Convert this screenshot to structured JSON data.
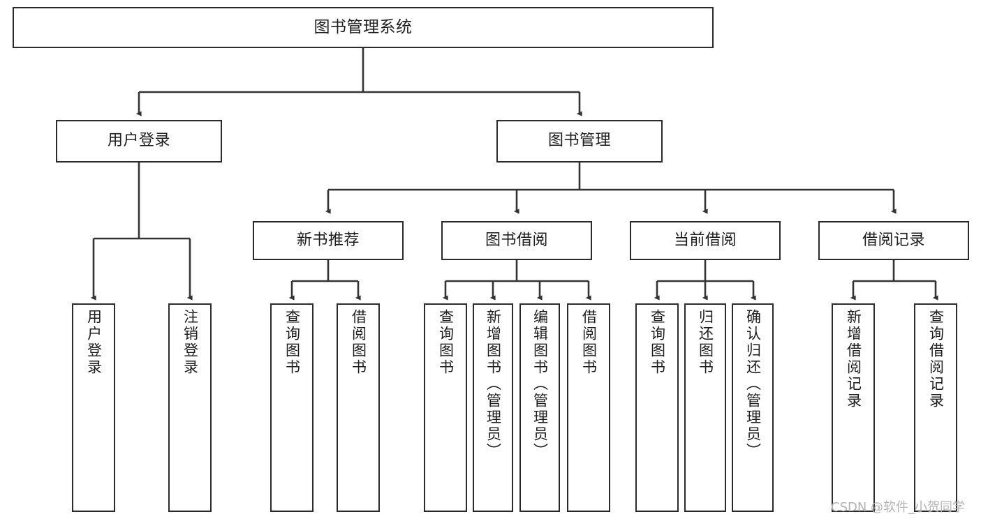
{
  "diagram": {
    "type": "tree-hierarchy",
    "title": "图书管理系统",
    "watermark": "CSDN @软件_小贺同学",
    "colors": {
      "box_border": "#2b2b2b",
      "box_fill": "#ffffff",
      "connector": "#333333",
      "text": "#1d1d1d",
      "watermark": "#b4b4b4",
      "background": "#ffffff"
    },
    "nodes": {
      "root": {
        "label": "图书管理系统",
        "level": 1,
        "orientation": "horizontal"
      },
      "l2": [
        {
          "id": "user-login",
          "label": "用户登录",
          "level": 2,
          "orientation": "horizontal"
        },
        {
          "id": "book-manage",
          "label": "图书管理",
          "level": 2,
          "orientation": "horizontal"
        }
      ],
      "l3": [
        {
          "id": "new-book-recommend",
          "label": "新书推荐",
          "level": 3,
          "orientation": "horizontal"
        },
        {
          "id": "book-borrow",
          "label": "图书借阅",
          "level": 3,
          "orientation": "horizontal"
        },
        {
          "id": "current-borrow",
          "label": "当前借阅",
          "level": 3,
          "orientation": "horizontal"
        },
        {
          "id": "borrow-record",
          "label": "借阅记录",
          "level": 3,
          "orientation": "horizontal"
        }
      ],
      "leaves": [
        {
          "id": "leaf-user-login",
          "label": "用户登录",
          "parent": "user-login",
          "orientation": "vertical"
        },
        {
          "id": "leaf-user-logout",
          "label": "注销登录",
          "parent": "user-login",
          "orientation": "vertical"
        },
        {
          "id": "leaf-query-book-1",
          "label": "查询图书",
          "parent": "new-book-recommend",
          "orientation": "vertical"
        },
        {
          "id": "leaf-borrow-book-1",
          "label": "借阅图书",
          "parent": "new-book-recommend",
          "orientation": "vertical"
        },
        {
          "id": "leaf-query-book-2",
          "label": "查询图书",
          "parent": "book-borrow",
          "orientation": "vertical"
        },
        {
          "id": "leaf-add-book",
          "label": "新增图书（管理员）",
          "parent": "book-borrow",
          "orientation": "vertical"
        },
        {
          "id": "leaf-edit-book",
          "label": "编辑图书（管理员）",
          "parent": "book-borrow",
          "orientation": "vertical"
        },
        {
          "id": "leaf-borrow-book-2",
          "label": "借阅图书",
          "parent": "book-borrow",
          "orientation": "vertical"
        },
        {
          "id": "leaf-query-book-3",
          "label": "查询图书",
          "parent": "current-borrow",
          "orientation": "vertical"
        },
        {
          "id": "leaf-return-book",
          "label": "归还图书",
          "parent": "current-borrow",
          "orientation": "vertical"
        },
        {
          "id": "leaf-confirm-return",
          "label": "确认归还（管理员）",
          "parent": "current-borrow",
          "orientation": "vertical"
        },
        {
          "id": "leaf-add-record",
          "label": "新增借阅记录",
          "parent": "borrow-record",
          "orientation": "vertical"
        },
        {
          "id": "leaf-query-record",
          "label": "查询借阅记录",
          "parent": "borrow-record",
          "orientation": "vertical"
        }
      ]
    }
  }
}
